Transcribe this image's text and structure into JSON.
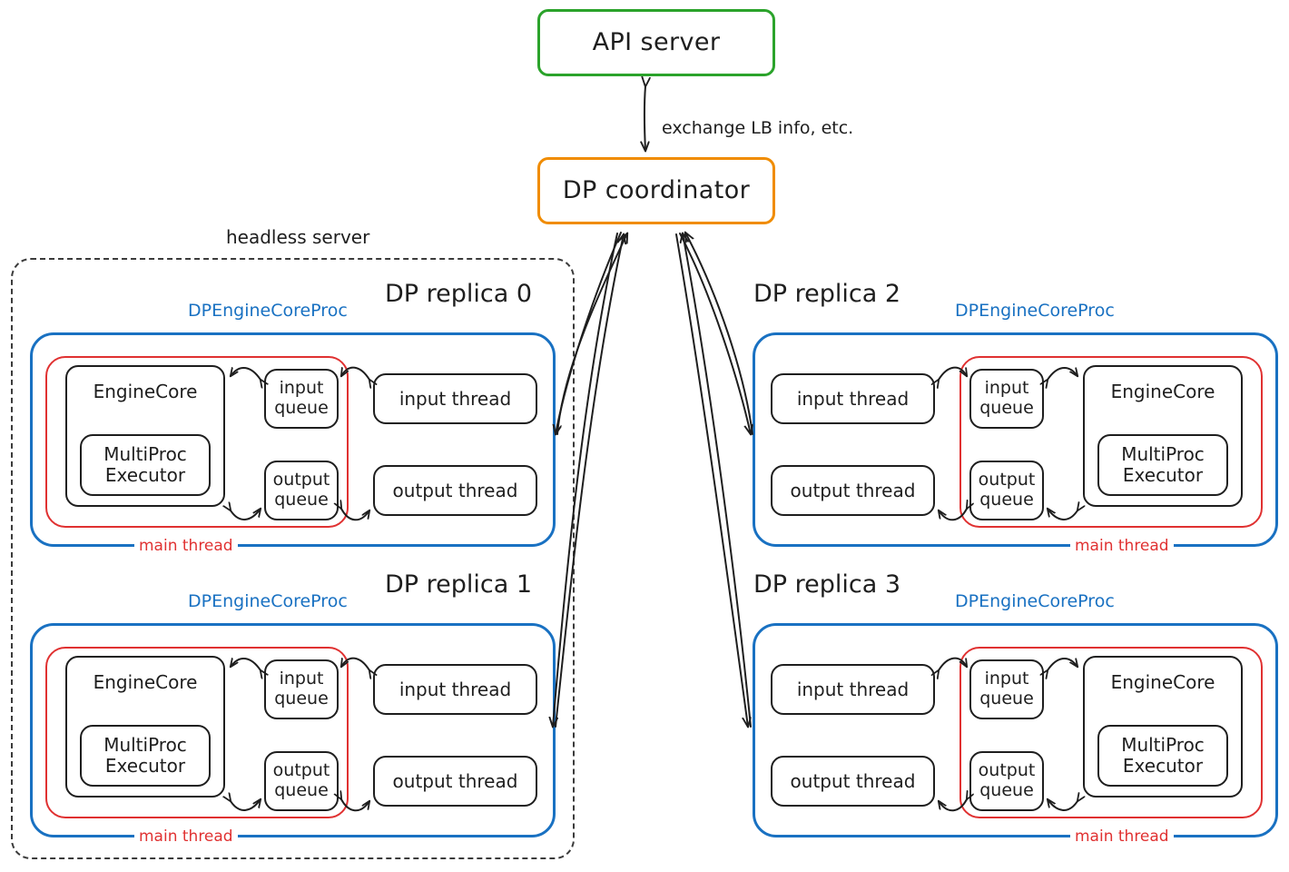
{
  "colors": {
    "api_border": "#2ba32b",
    "coordinator_border": "#f08c00",
    "proc_border": "#1971c2",
    "main_thread_border": "#e03131",
    "node_border": "#1e1e1e",
    "headless_border": "#3b3b3b",
    "background": "#ffffff"
  },
  "top": {
    "api_server": "API server",
    "coordinator": "DP coordinator",
    "edge_label": "exchange LB info, etc."
  },
  "headless": {
    "label": "headless server"
  },
  "common": {
    "proc_label": "DPEngineCoreProc",
    "main_thread_label": "main thread",
    "engine_core": "EngineCore",
    "multiproc_executor": "MultiProc\nExecutor",
    "multiproc_executor_line1": "MultiProc",
    "multiproc_executor_line2": "Executor",
    "input_queue_line1": "input",
    "input_queue_line2": "queue",
    "output_queue_line1": "output",
    "output_queue_line2": "queue",
    "input_thread": "input thread",
    "output_thread": "output thread"
  },
  "replicas": [
    {
      "id": 0,
      "title": "DP replica 0",
      "side": "left",
      "in_headless": true
    },
    {
      "id": 1,
      "title": "DP replica 1",
      "side": "left",
      "in_headless": true
    },
    {
      "id": 2,
      "title": "DP replica 2",
      "side": "right",
      "in_headless": false
    },
    {
      "id": 3,
      "title": "DP replica 3",
      "side": "right",
      "in_headless": false
    }
  ],
  "connections": [
    {
      "from": "API server",
      "to": "DP coordinator",
      "label": "exchange LB info, etc.",
      "direction": "bidirectional"
    },
    {
      "from": "DP coordinator",
      "to": "DP replica 0",
      "label": "",
      "direction": "bidirectional"
    },
    {
      "from": "DP coordinator",
      "to": "DP replica 1",
      "label": "",
      "direction": "bidirectional"
    },
    {
      "from": "DP coordinator",
      "to": "DP replica 2",
      "label": "",
      "direction": "bidirectional"
    },
    {
      "from": "DP coordinator",
      "to": "DP replica 3",
      "label": "",
      "direction": "bidirectional"
    },
    {
      "from": "EngineCore",
      "to": "input queue",
      "label": "",
      "direction": "bidirectional"
    },
    {
      "from": "input queue",
      "to": "input thread",
      "label": "",
      "direction": "bidirectional"
    },
    {
      "from": "EngineCore",
      "to": "output queue",
      "label": "",
      "direction": "bidirectional"
    },
    {
      "from": "output queue",
      "to": "output thread",
      "label": "",
      "direction": "bidirectional"
    }
  ]
}
